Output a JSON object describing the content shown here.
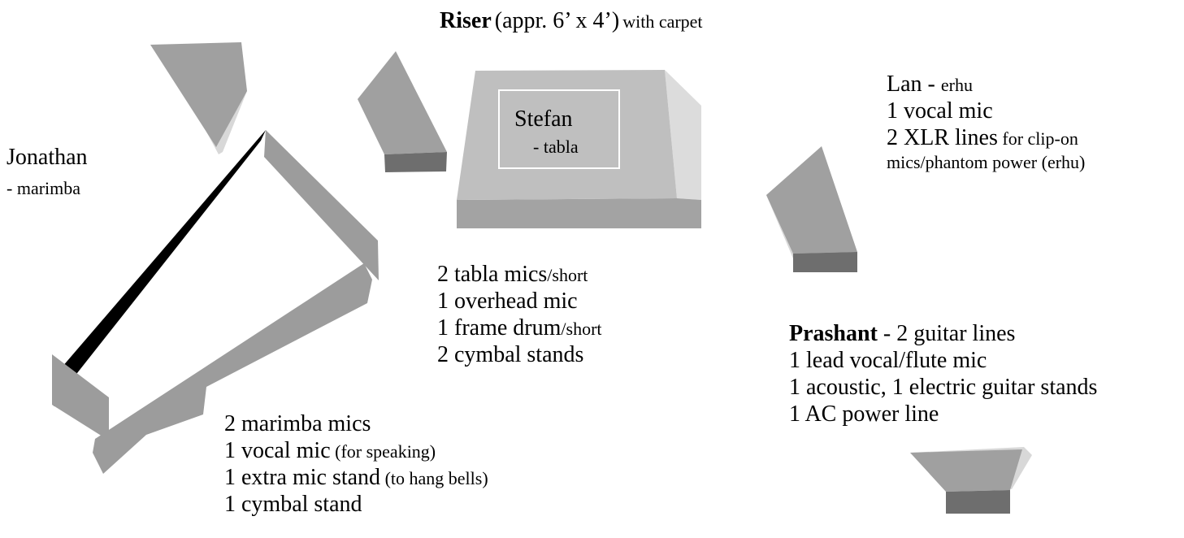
{
  "riser": {
    "title_bold": "Riser",
    "title_size": "(appr. 6’ x 4’)",
    "title_note": "with carpet"
  },
  "stefan": {
    "name": "Stefan",
    "instrument": "- tabla",
    "needs": [
      {
        "main": "2 tabla mics",
        "note": "/short"
      },
      {
        "main": "1 overhead mic",
        "note": ""
      },
      {
        "main": "1 frame drum",
        "note": "/short"
      },
      {
        "main": "2 cymbal stands",
        "note": ""
      }
    ]
  },
  "jonathan": {
    "name": "Jonathan",
    "instrument": "- marimba",
    "needs": [
      {
        "main": "2 marimba mics",
        "note": ""
      },
      {
        "main": "1 vocal mic",
        "note": " (for speaking)"
      },
      {
        "main": "1 extra mic stand",
        "note": " (to hang bells)"
      },
      {
        "main": "1 cymbal stand",
        "note": ""
      }
    ]
  },
  "lan": {
    "name": "Lan - ",
    "instrument": "erhu",
    "needs": [
      {
        "main": "1 vocal mic",
        "note": ""
      },
      {
        "main": "2 XLR lines",
        "note": " for clip-on"
      },
      {
        "main": "",
        "note": "mics/phantom power (erhu)"
      }
    ]
  },
  "prashant": {
    "name": "Prashant",
    "headline": " - 2 guitar lines",
    "needs": [
      {
        "main": "1 lead vocal/flute mic",
        "note": ""
      },
      {
        "main": "1 acoustic, 1 electric guitar stands",
        "note": ""
      },
      {
        "main": "1 AC power line",
        "note": ""
      }
    ]
  },
  "colors": {
    "wedge_top": "#a0a0a0",
    "wedge_side": "#d8d8d8",
    "wedge_front": "#6e6e6e",
    "riser_top": "#bfbfbf",
    "riser_side": "#dcdcdc",
    "riser_front": "#a3a3a3",
    "marimba_bar": "#000000",
    "marimba_frame": "#9c9c9c"
  },
  "icons": [
    "monitor-wedge-icon",
    "riser-platform-icon",
    "marimba-icon"
  ]
}
